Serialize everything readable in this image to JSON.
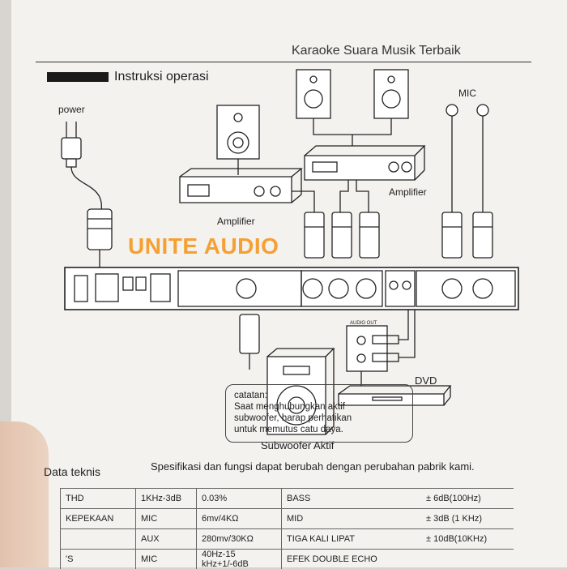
{
  "header": {
    "title": "Karaoke Suara Musik Terbaik"
  },
  "section": {
    "title": "Instruksi operasi"
  },
  "labels": {
    "power": "power",
    "mic": "MIC",
    "amplifier_right": "Amplifier",
    "amplifier_left": "Amplifier",
    "dvd": "DVD",
    "subwoofer": "Subwoofer Aktif",
    "audio_out": "AUDIO OUT"
  },
  "brand": "UNITE AUDIO",
  "note": {
    "heading": "catatan:",
    "line1": "Saat menghubungkan aktif",
    "line2": "subwoofer, harap perhatikan",
    "line3": "untuk memutus catu daya."
  },
  "data_teknis": {
    "title": "Data teknis",
    "notice": "Spesifikasi dan fungsi dapat berubah dengan perubahan pabrik kami.",
    "rows": [
      {
        "label": "THD",
        "sub": "1KHz-3dB",
        "value": "0.03%",
        "param": "BASS",
        "pval": "± 6dB(100Hz)"
      },
      {
        "label": "KEPEKAAN",
        "sub": "MIC",
        "value": "6mv/4KΩ",
        "param": "MID",
        "pval": "± 3dB (1 KHz)"
      },
      {
        "label": "",
        "sub": "AUX",
        "value": "280mv/30KΩ",
        "param": "TIGA KALI LIPAT",
        "pval": "± 10dB(10KHz)"
      },
      {
        "label": "'S",
        "sub": "MIC",
        "value": "40Hz-15 kHz+1/-6dB",
        "param": "EFEK DOUBLE ECHO",
        "pval": ""
      }
    ]
  },
  "colors": {
    "brand": "#f5a033",
    "paper": "#f4f2ef",
    "ink": "#222222"
  }
}
